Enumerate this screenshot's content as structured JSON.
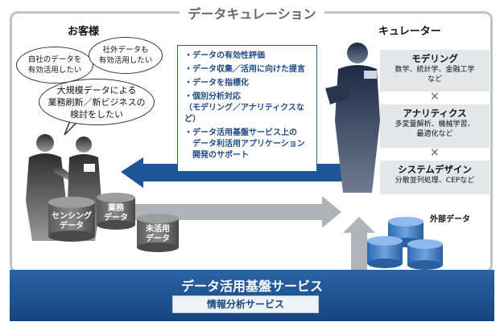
{
  "diagram": {
    "title": "データキュレーション",
    "customer": {
      "title": "お客様",
      "bubbles": [
        {
          "text": "自社のデータを\n有効活用したい"
        },
        {
          "text": "社外データも\n有効活用したい"
        },
        {
          "text": "大規模データによる\n業務刷新／新ビジネスの\n検討をしたい"
        }
      ],
      "data_stores": [
        {
          "label": "センシング\nデータ"
        },
        {
          "label": "業務\nデータ"
        },
        {
          "label": "未活用\nデータ"
        }
      ]
    },
    "services": [
      "・データの有効性評価",
      "・データ収集／活用に向けた提言",
      "・データを指標化",
      "・個別分析対応\n（モデリング／アナリティクスなど）",
      "・データ活用基盤サービス上の\n　データ利活用アプリケーション\n　開発のサポート"
    ],
    "curator": {
      "title": "キュレーター",
      "skills": [
        {
          "heading": "モデリング",
          "detail": "数学、統計学、金融工学\nなど"
        },
        {
          "heading": "アナリティクス",
          "detail": "多変量解析、機械学習、\n最適化など"
        },
        {
          "heading": "システムデザイン",
          "detail": "分散並列処理、CEPなど"
        }
      ],
      "cross_symbol": "×"
    },
    "external_data_label": "外部データ",
    "platform": {
      "title": "データ活用基盤サービス",
      "sub": "情報分析サービス"
    },
    "colors": {
      "blue": "#1e5598",
      "dark_blue": "#16467f",
      "gray_arrow": "#b0b3b7",
      "frame": "#bfc3c8"
    }
  }
}
